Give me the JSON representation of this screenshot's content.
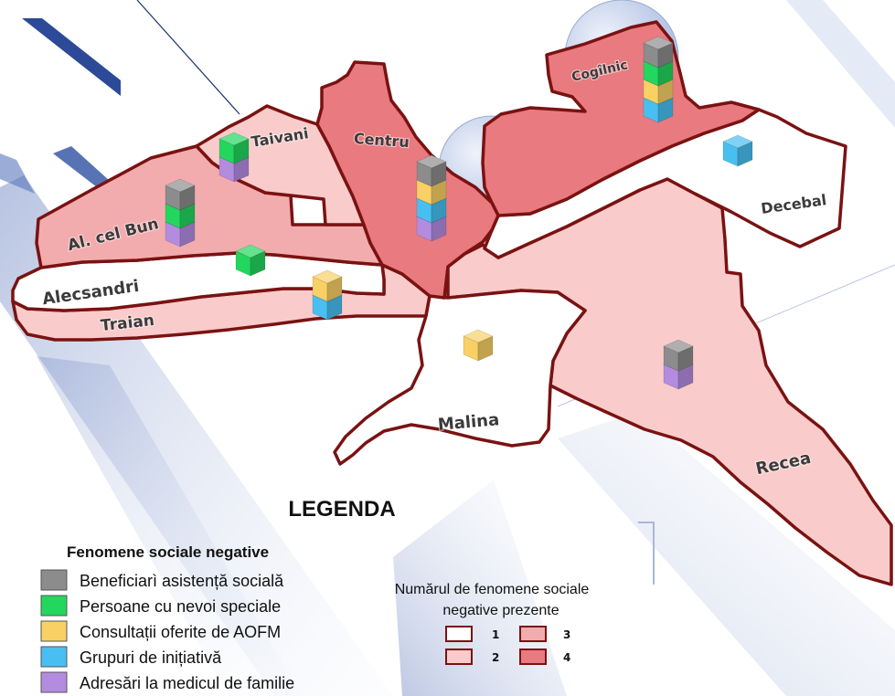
{
  "colors": {
    "border": "#7a1212",
    "label": "#3b3b3b"
  },
  "districts": [
    {
      "name": "Taivani",
      "level": 2,
      "phenomena": [
        1,
        4
      ]
    },
    {
      "name": "Al. cel Bun",
      "level": 3,
      "phenomena": [
        0,
        1,
        4
      ]
    },
    {
      "name": "Alecsandri",
      "level": 1,
      "phenomena": [
        1
      ]
    },
    {
      "name": "Traian",
      "level": 2,
      "phenomena": [
        2,
        3
      ]
    },
    {
      "name": "Centru",
      "level": 4,
      "phenomena": [
        0,
        2,
        3,
        4
      ]
    },
    {
      "name": "Cogîlnic",
      "level": 4,
      "phenomena": [
        0,
        1,
        2,
        3
      ]
    },
    {
      "name": "Decebal",
      "level": 1,
      "phenomena": [
        3
      ]
    },
    {
      "name": "Malina",
      "level": 1,
      "phenomena": [
        2
      ]
    },
    {
      "name": "Recea",
      "level": 2,
      "phenomena": [
        0,
        4
      ]
    }
  ],
  "legend": {
    "title": "LEGENDA",
    "phenomena_title": "Fenomene sociale negative",
    "phenomena": [
      {
        "label": "Beneficiarì asistență socială",
        "color": "#8c8c8c"
      },
      {
        "label": "Persoane cu nevoi speciale",
        "color": "#22d65e"
      },
      {
        "label": "Consultații oferite de AOFM",
        "color": "#f8d064"
      },
      {
        "label": "Grupuri de inițiativă",
        "color": "#48bff0"
      },
      {
        "label": "Adresări la medicul de familie",
        "color": "#b38ce0"
      }
    ],
    "count_title_line1": "Numărul de fenomene sociale",
    "count_title_line2": "negative prezente",
    "levels": [
      {
        "label": "1",
        "color": "#ffffff"
      },
      {
        "label": "2",
        "color": "#f9cbca"
      },
      {
        "label": "3",
        "color": "#f3acae"
      },
      {
        "label": "4",
        "color": "#e87a80"
      }
    ]
  }
}
